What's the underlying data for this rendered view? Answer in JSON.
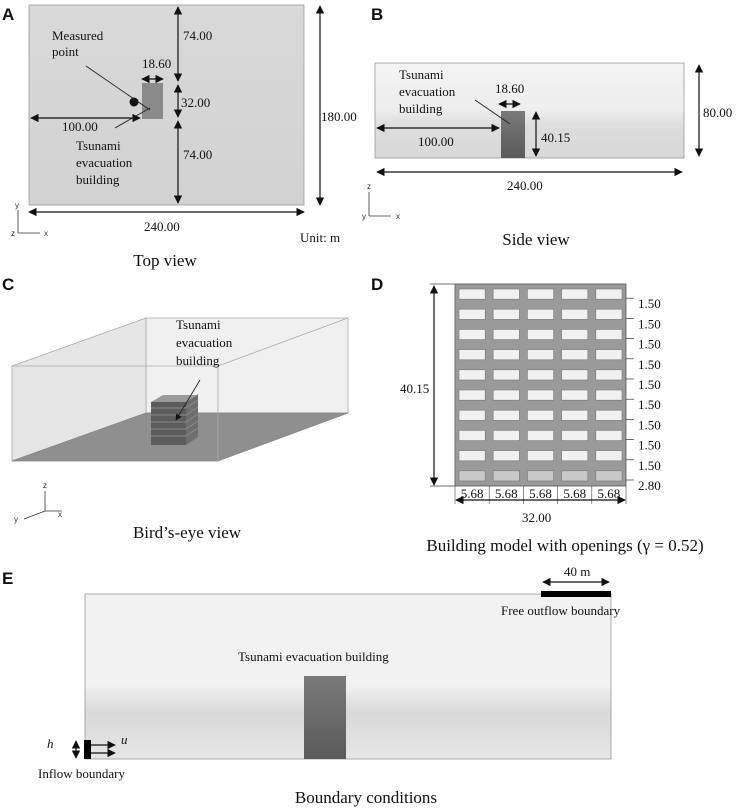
{
  "panels": {
    "a": {
      "letter": "A",
      "caption": "Top view",
      "measured_point_label": [
        "Measured",
        "point"
      ],
      "building_label": [
        "Tsunami",
        "evacuation",
        "building"
      ],
      "dims": {
        "top_gap": "74.00",
        "bldg_width": "18.60",
        "bldg_depth": "32.00",
        "bottom_gap": "74.00",
        "left_offset": "100.00",
        "domain_width": "240.00",
        "domain_height": "180.00"
      },
      "unit": "Unit: m",
      "axes": {
        "y": "y",
        "z": "z",
        "x": "x"
      }
    },
    "b": {
      "letter": "B",
      "caption": "Side view",
      "building_label": [
        "Tsunami",
        "evacuation",
        "building"
      ],
      "dims": {
        "bldg_width": "18.60",
        "left_offset": "100.00",
        "bldg_height": "40.15",
        "domain_height": "80.00",
        "domain_width": "240.00"
      },
      "axes": {
        "z": "z",
        "y": "y",
        "x": "x"
      }
    },
    "c": {
      "letter": "C",
      "caption": "Bird’s-eye view",
      "building_label": [
        "Tsunami",
        "evacuation",
        "building"
      ],
      "axes": {
        "z": "z",
        "y": "y",
        "x": "x"
      }
    },
    "d": {
      "letter": "D",
      "caption": "Building model with openings (γ = 0.52)",
      "height": "40.15",
      "floor_spacings": [
        "1.50",
        "1.50",
        "1.50",
        "1.50",
        "1.50",
        "1.50",
        "1.50",
        "1.50",
        "1.50",
        "2.80"
      ],
      "bay_widths": [
        "5.68",
        "5.68",
        "5.68",
        "5.68",
        "5.68"
      ],
      "total_width": "32.00"
    },
    "e": {
      "letter": "E",
      "caption": "Boundary conditions",
      "outflow_width": "40 m",
      "outflow_label": "Free outflow boundary",
      "building_label": "Tsunami evacuation building",
      "h_symbol": "h",
      "u_symbol": "u",
      "inflow_label": "Inflow boundary"
    }
  }
}
